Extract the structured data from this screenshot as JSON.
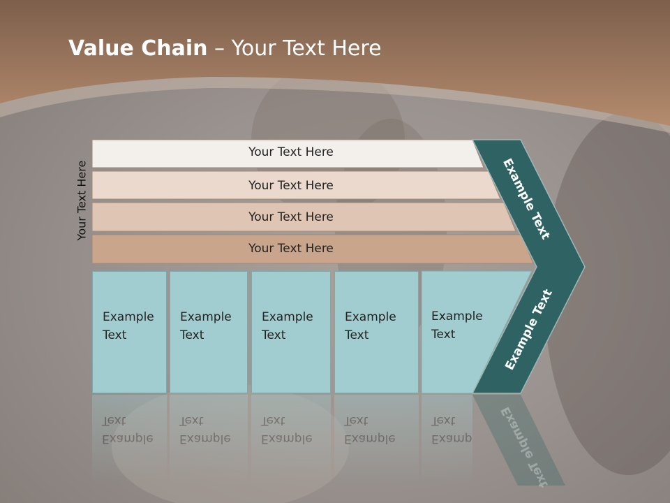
{
  "slide": {
    "title_bold": "Value Chain",
    "title_rest": " – Your Text Here",
    "vertical_label": "Your Text Here",
    "bars": [
      {
        "label": "Your Text Here",
        "color": "#f3efeb"
      },
      {
        "label": "Your Text Here",
        "color": "#ead9cc"
      },
      {
        "label": "Your Text Here",
        "color": "#dfc6b4"
      },
      {
        "label": "Your Text Here",
        "color": "#c9a58b"
      }
    ],
    "boxes": [
      {
        "line1": "Example",
        "line2": "Text"
      },
      {
        "line1": "Example",
        "line2": "Text"
      },
      {
        "line1": "Example",
        "line2": "Text"
      },
      {
        "line1": "Example",
        "line2": "Text"
      },
      {
        "line1": "Example",
        "line2": "Text"
      }
    ],
    "chevron": {
      "upper_label": "Example Text",
      "lower_label": "Example Text",
      "color": "#2e6263"
    },
    "colors": {
      "header_band": "#a27a5f",
      "box_fill": "#a2cdd0"
    }
  }
}
